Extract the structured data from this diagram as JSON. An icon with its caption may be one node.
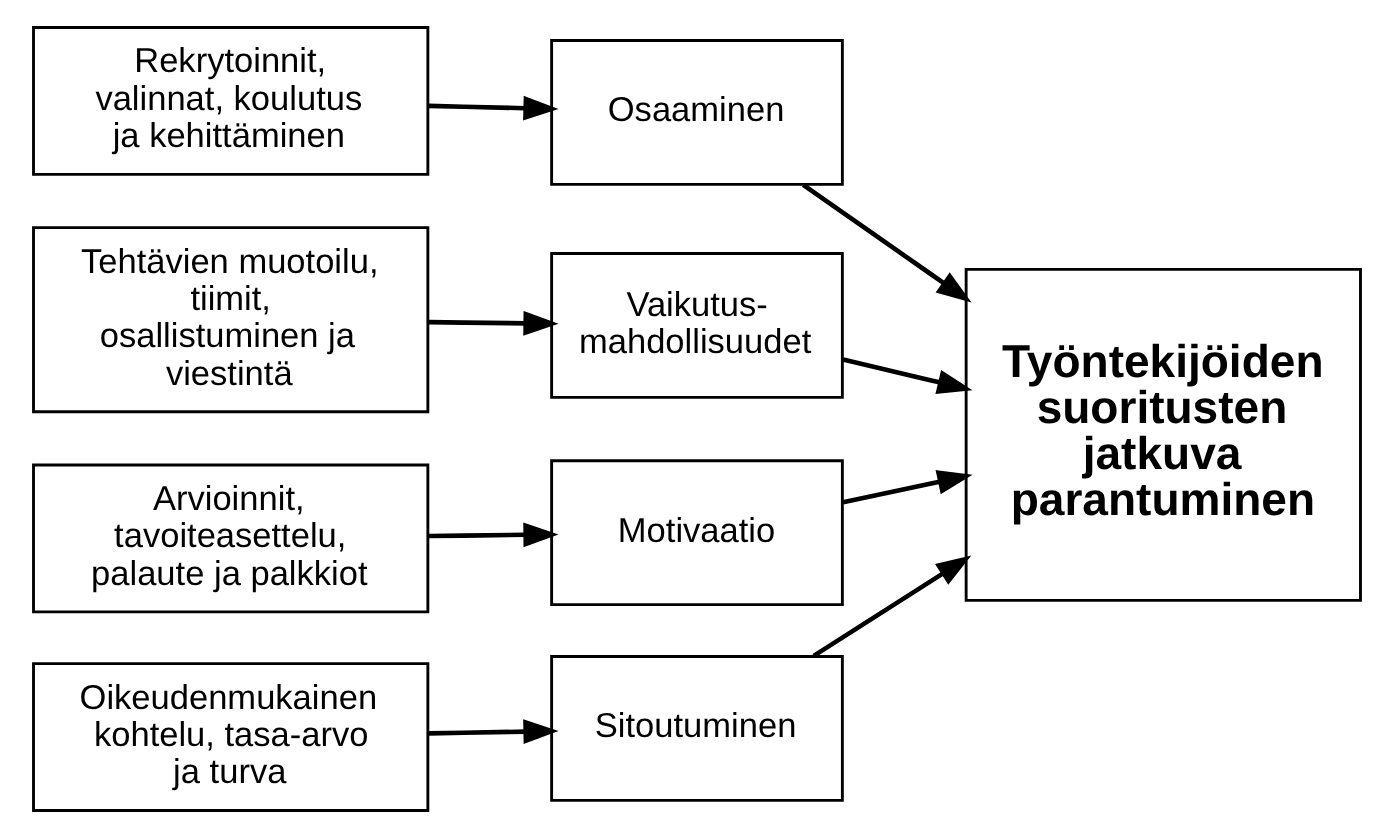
{
  "diagram": {
    "nodes": [
      {
        "text": [
          "Rekrytoinnit, valinnat, koulutus ja kehittäminen"
        ]
      },
      {
        "text": [
          "Tehtävien muotoilu, tiimit, osallistuminen ja viestintä"
        ]
      },
      {
        "text": [
          "Arvioinnit, tavoiteasettelu, palaute ja palkkiot"
        ]
      },
      {
        "text": [
          "Oikeudenmukainen kohtelu, tasa-arvo ja turva"
        ]
      },
      {
        "text": [
          "Osaaminen"
        ]
      },
      {
        "text": [
          "Vaikutus-mahdollisuudet"
        ]
      },
      {
        "text": [
          "Motivaatio"
        ]
      },
      {
        "text": [
          "Sitoutuminen"
        ]
      },
      {
        "text": [
          "Työntekijöiden suoritusten jatkuva parantuminen"
        ]
      }
    ],
    "edges": [
      {
        "from": 0,
        "to": 4,
        "arrow": "to"
      },
      {
        "from": 1,
        "to": 5,
        "arrow": "to"
      },
      {
        "from": 2,
        "to": 6,
        "arrow": "to"
      },
      {
        "from": 3,
        "to": 7,
        "arrow": "to"
      },
      {
        "from": 4,
        "to": 8,
        "arrow": "to"
      },
      {
        "from": 5,
        "to": 8,
        "arrow": "to"
      },
      {
        "from": 6,
        "to": 8,
        "arrow": "to"
      },
      {
        "from": 7,
        "to": 8,
        "arrow": "to"
      }
    ]
  }
}
